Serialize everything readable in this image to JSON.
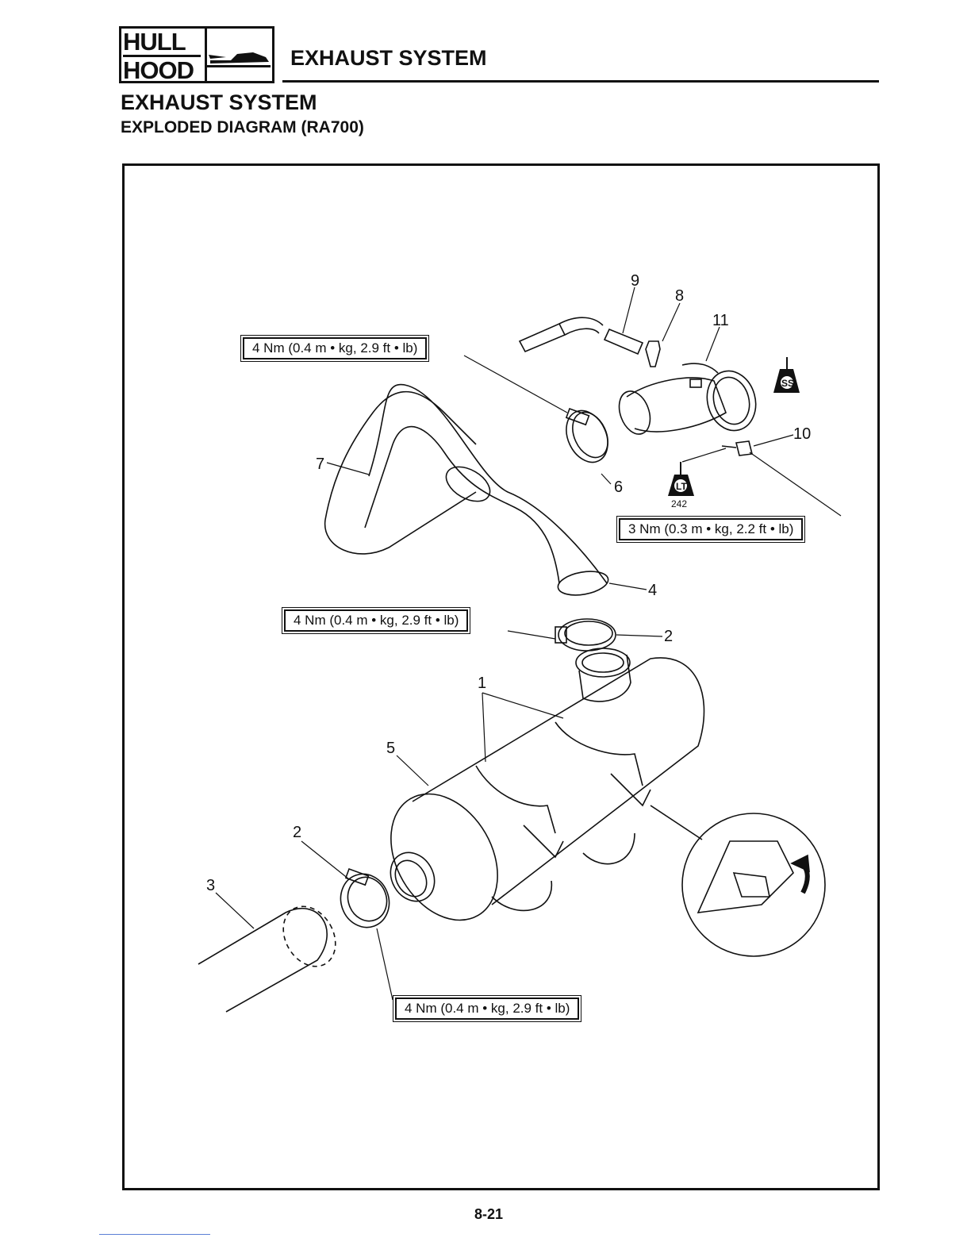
{
  "header": {
    "badge_line1": "HULL",
    "badge_line2": "HOOD",
    "badge_icon": "watercraft-icon",
    "title": "EXHAUST SYSTEM"
  },
  "section": {
    "title": "EXHAUST SYSTEM",
    "subtitle": "EXPLODED DIAGRAM (RA700)"
  },
  "diagram": {
    "torque_specs": [
      "4 Nm (0.4 m • kg, 2.9 ft • lb)",
      "3 Nm (0.3 m • kg, 2.2 ft • lb)",
      "4 Nm (0.4 m • kg, 2.9 ft • lb)",
      "4 Nm (0.4 m • kg, 2.9 ft • lb)"
    ],
    "callouts": {
      "c1": "1",
      "c2a": "2",
      "c2b": "2",
      "c3": "3",
      "c4": "4",
      "c5": "5",
      "c6": "6",
      "c7": "7",
      "c8": "8",
      "c9": "9",
      "c10": "10",
      "c11": "11"
    },
    "sealant_code": "SS",
    "threadlock_code": "LT",
    "threadlock_number": "242",
    "icons": [
      "sealant-icon",
      "threadlock-icon",
      "arrow-icon"
    ]
  },
  "footer": {
    "page_number": "8-21"
  }
}
